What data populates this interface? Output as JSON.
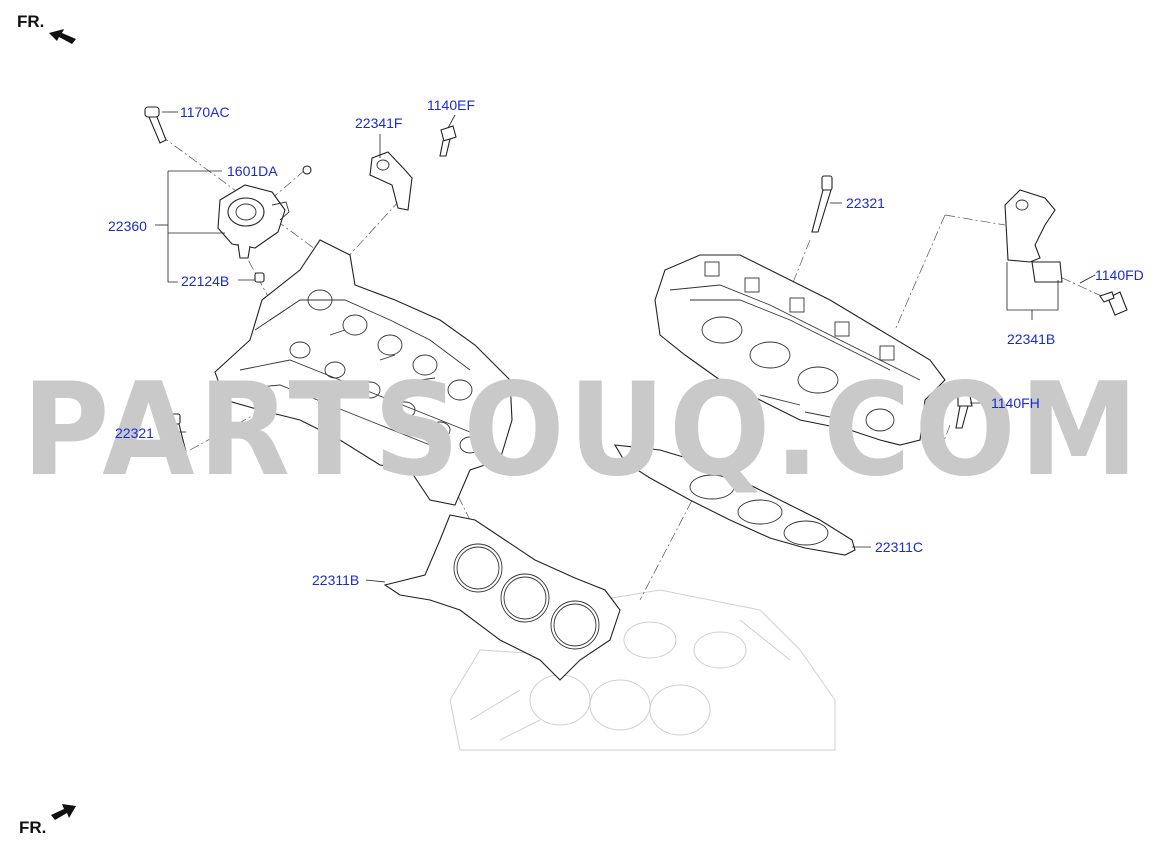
{
  "direction": {
    "top_label": "FR.",
    "bottom_label": "FR."
  },
  "watermark": "PARTSOUQ.COM",
  "parts": {
    "p1170AC": "1170AC",
    "p1601DA": "1601DA",
    "p22360": "22360",
    "p22124B": "22124B",
    "p22341F": "22341F",
    "p1140EF": "1140EF",
    "p22321_top": "22321",
    "p22321_left": "22321",
    "p1140FD": "1140FD",
    "p22341B": "22341B",
    "p1140FH": "1140FH",
    "p22311C": "22311C",
    "p22311B": "22311B"
  },
  "colors": {
    "label": "#1a2bd0",
    "line": "#222222",
    "watermark": "#c9c9c9"
  }
}
